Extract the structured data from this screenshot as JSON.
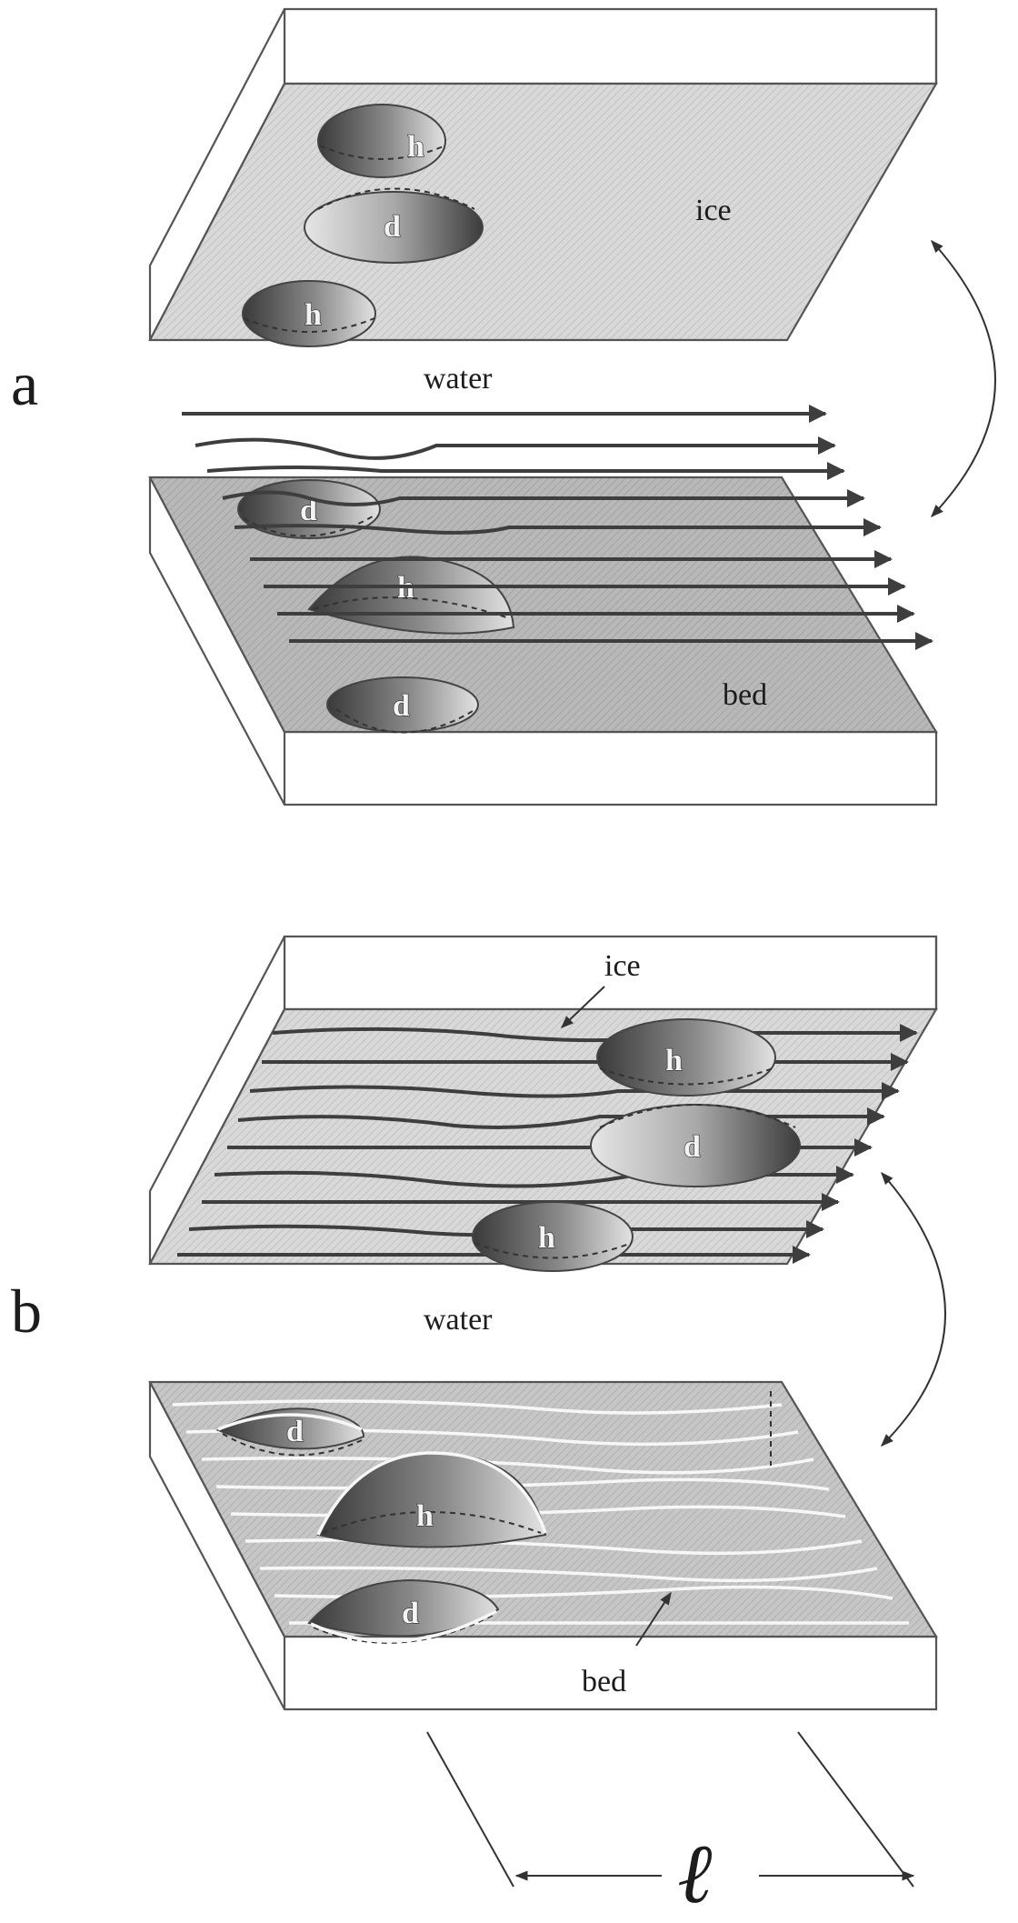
{
  "panels": {
    "a": {
      "letter": "a",
      "ice_label": "ice",
      "water_label": "water",
      "bed_label": "bed",
      "ice_blobs": [
        "h",
        "d",
        "h"
      ],
      "bed_blobs": [
        "d",
        "h",
        "d"
      ]
    },
    "b": {
      "letter": "b",
      "ice_label": "ice",
      "water_label": "water",
      "bed_label": "bed",
      "ice_blobs": [
        "h",
        "d",
        "h"
      ],
      "bed_blobs": [
        "d",
        "h",
        "d"
      ],
      "length_label": "ℓ"
    }
  },
  "colors": {
    "ice_surface": "#d9d9d9",
    "bed_surface_a": "#b8b8b8",
    "bed_surface_b": "#c4c4c4",
    "outline": "#555555",
    "flowline": "#3e3e3e"
  }
}
